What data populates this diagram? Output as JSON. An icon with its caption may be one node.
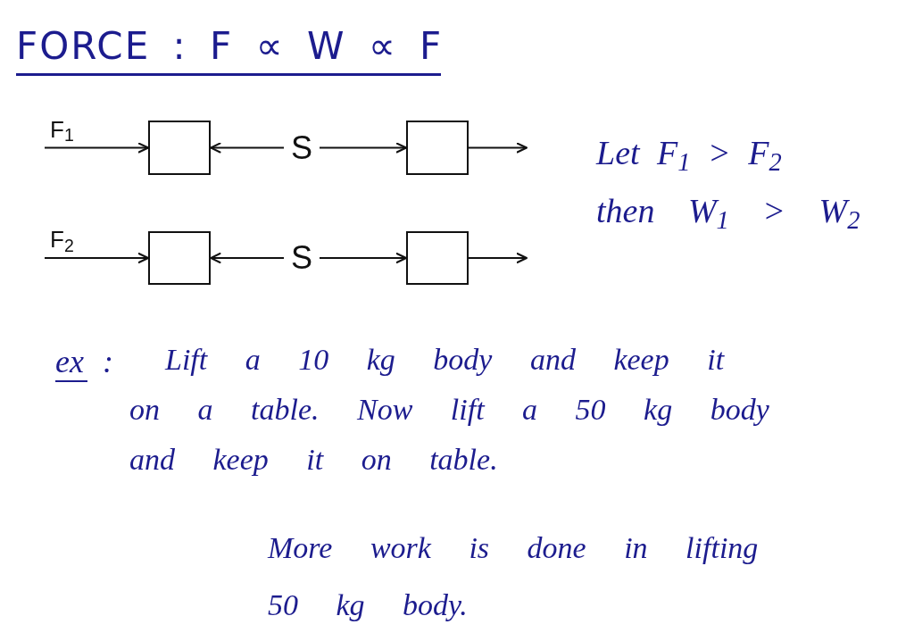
{
  "diagram": {
    "title": "FORCE : F ∝ W ∝ F",
    "nodes": [
      {
        "text": [],
        "shape": "box"
      },
      {
        "text": [
          "S"
        ]
      },
      {
        "text": [],
        "shape": "box"
      },
      {
        "text": [],
        "shape": "box"
      },
      {
        "text": [
          "S"
        ]
      },
      {
        "text": [],
        "shape": "box"
      }
    ],
    "edges": [
      {
        "from": null,
        "to": 0,
        "arrow": "to",
        "label": "F$_{1}$"
      },
      {
        "from": 1,
        "to": 0,
        "arrow": "to"
      },
      {
        "from": 1,
        "to": 2,
        "arrow": "to"
      },
      {
        "from": 2,
        "to": null,
        "arrow": "to"
      },
      {
        "from": null,
        "to": 3,
        "arrow": "to",
        "label": "F$_{2}$"
      },
      {
        "from": 4,
        "to": 3,
        "arrow": "to"
      },
      {
        "from": 4,
        "to": 5,
        "arrow": "to"
      },
      {
        "from": 5,
        "to": null,
        "arrow": "to"
      }
    ],
    "labels": [
      "Let F$_{1}$ > F$_{2}$",
      "then W$_{1}$ > W$_{2}$",
      "ex :",
      "Lift a 10 kg body and keep it on a table. Now lift a 50 kg body and keep it on table.",
      "More work is done in lifting 50 kg body."
    ]
  }
}
